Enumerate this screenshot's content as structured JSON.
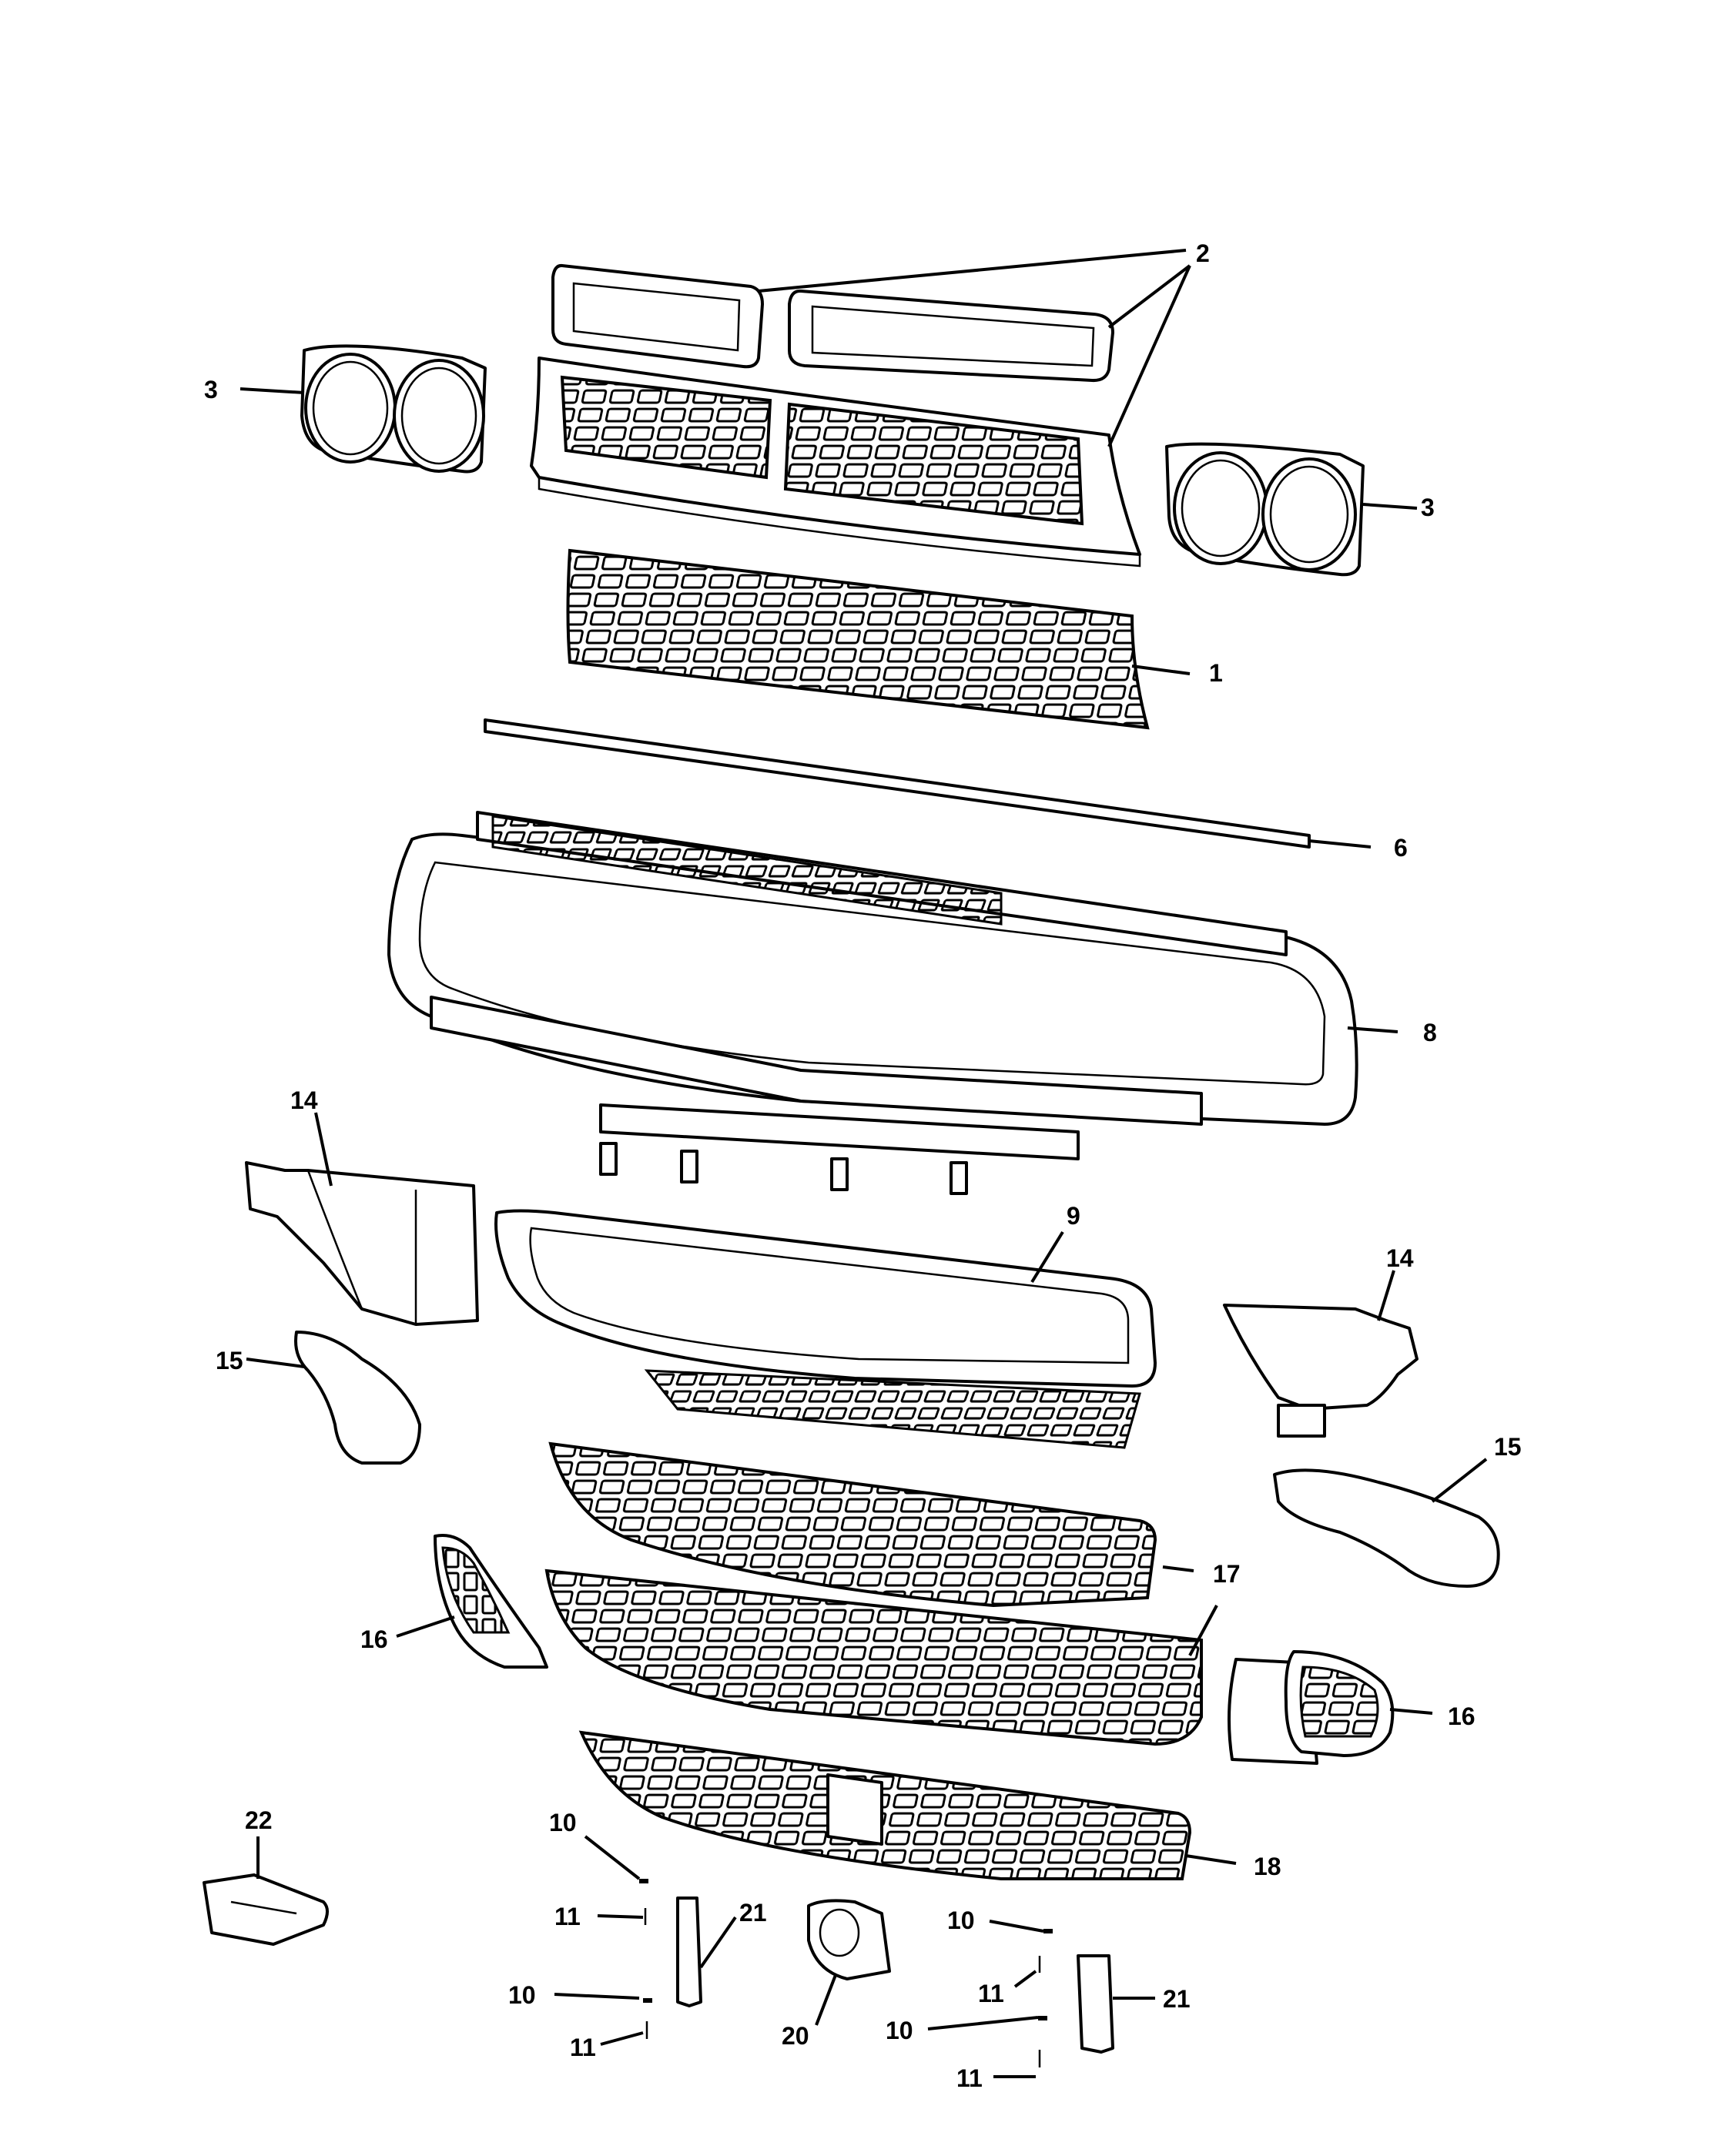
{
  "diagram": {
    "callouts": {
      "c1": "1",
      "c2": "2",
      "c3_left": "3",
      "c3_right": "3",
      "c6": "6",
      "c8": "8",
      "c9": "9",
      "c10_a": "10",
      "c10_b": "10",
      "c10_c": "10",
      "c10_d": "10",
      "c11_a": "11",
      "c11_b": "11",
      "c11_c": "11",
      "c11_d": "11",
      "c14_left": "14",
      "c14_right": "14",
      "c15_left": "15",
      "c15_right": "15",
      "c16_left": "16",
      "c16_right": "16",
      "c17": "17",
      "c18": "18",
      "c20": "20",
      "c21_a": "21",
      "c21_b": "21",
      "c22": "22"
    }
  }
}
